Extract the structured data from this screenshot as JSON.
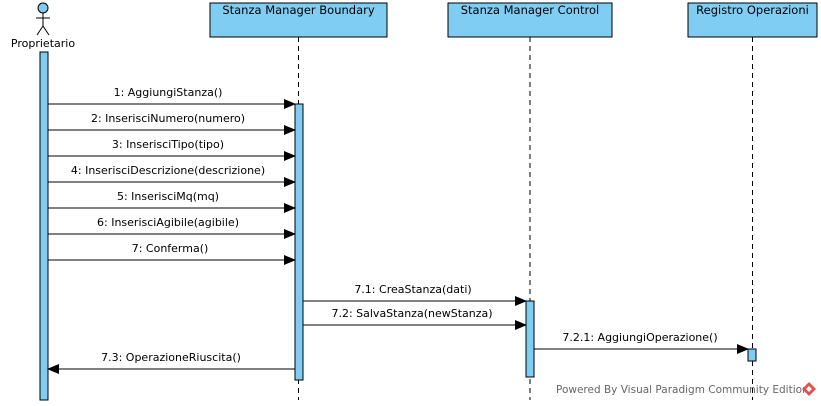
{
  "actor": {
    "label": "Proprietario"
  },
  "lifelines": [
    {
      "id": "boundary",
      "label": "Stanza Manager Boundary"
    },
    {
      "id": "control",
      "label": "Stanza Manager Control"
    },
    {
      "id": "registro",
      "label": "Registro Operazioni"
    }
  ],
  "messages": [
    {
      "label": "1: AggiungiStanza()"
    },
    {
      "label": "2: InserisciNumero(numero)"
    },
    {
      "label": "3: InserisciTipo(tipo)"
    },
    {
      "label": "4: InserisciDescrizione(descrizione)"
    },
    {
      "label": "5: InserisciMq(mq)"
    },
    {
      "label": "6: InserisciAgibile(agibile)"
    },
    {
      "label": "7: Conferma()"
    },
    {
      "label": "7.1: CreaStanza(dati)"
    },
    {
      "label": "7.2: SalvaStanza(newStanza)"
    },
    {
      "label": "7.2.1: AggiungiOperazione()"
    },
    {
      "label": "7.3: OperazioneRiuscita()"
    }
  ],
  "watermark": {
    "text": "Powered By Visual Paradigm Community Edition"
  },
  "colors": {
    "header_fill": "#7fcdf3",
    "activation_fill": "#7fcdf3",
    "outline": "#000000",
    "watermark_logo": "#e0524b"
  }
}
